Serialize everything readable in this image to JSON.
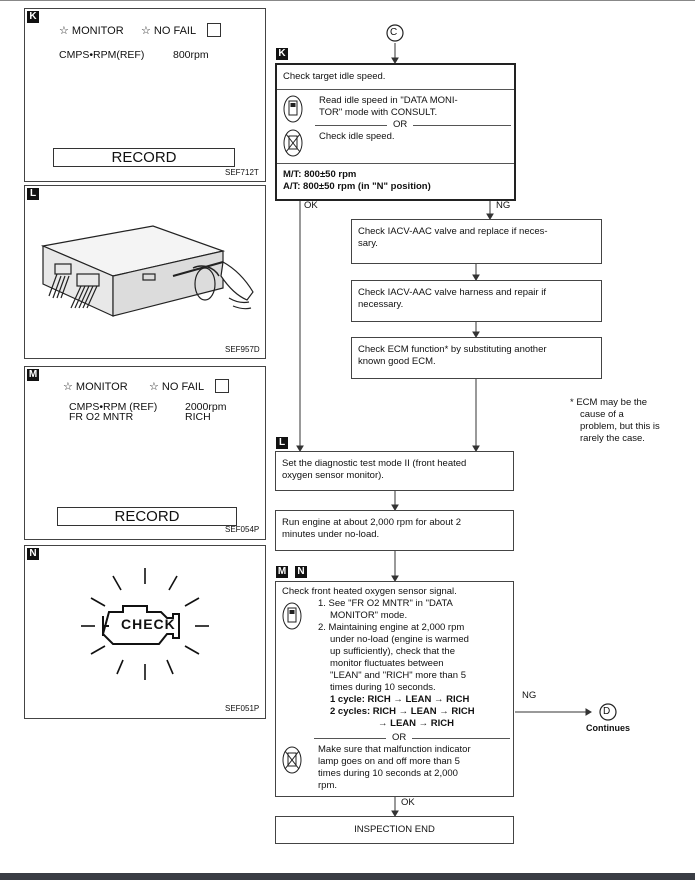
{
  "panels": {
    "k": {
      "badge": "K",
      "monitor": "☆ MONITOR",
      "nofail": "☆ NO FAIL",
      "param": "CMPS•RPM(REF)",
      "value": "800rpm",
      "record": "RECORD",
      "ref": "SEF712T"
    },
    "l": {
      "badge": "L",
      "ref": "SEF957D"
    },
    "m": {
      "badge": "M",
      "monitor": "☆ MONITOR",
      "nofail": "☆ NO FAIL",
      "param1": "CMPS•RPM (REF)",
      "param2": "FR O2 MNTR",
      "value1": "2000rpm",
      "value2": "RICH",
      "record": "RECORD",
      "ref": "SEF054P"
    },
    "n": {
      "badge": "N",
      "check": "CHECK",
      "ref": "SEF051P"
    }
  },
  "flow": {
    "connector_in": "C",
    "k_badge": "K",
    "check_target": "Check target idle speed.",
    "consult_text_1": "Read idle speed in \"DATA MONI-",
    "consult_text_2": "TOR\" mode with CONSULT.",
    "or1": "OR",
    "check_idle": "Check idle speed.",
    "mt": "M/T: 800±50 rpm",
    "at": "A/T: 800±50 rpm (in \"N\" position)",
    "ok1": "OK",
    "ng1": "NG",
    "iacv1_1": "Check IACV-AAC valve and replace if neces-",
    "iacv1_2": "sary.",
    "iacv2_1": "Check IACV-AAC valve harness and repair if",
    "iacv2_2": "necessary.",
    "ecm1": "Check ECM function* by substituting another",
    "ecm2": "known good ECM.",
    "note1": "* ECM may be the",
    "note2": "cause of a",
    "note3": "problem, but this is",
    "note4": "rarely the case.",
    "l_badge": "L",
    "diag1": "Set the diagnostic test mode II (front heated",
    "diag2": "oxygen sensor monitor).",
    "run1": "Run engine at about 2,000 rpm for about 2",
    "run2": "minutes under no-load.",
    "m_badge": "M",
    "n_badge": "N",
    "o2_title": "Check front heated oxygen sensor signal.",
    "s1a": "1. See \"FR O2 MNTR\" in \"DATA",
    "s1b": "MONITOR\" mode.",
    "s2a": "2. Maintaining engine at 2,000 rpm",
    "s2b": "under no-load (engine is warmed",
    "s2c": "up sufficiently), check that the",
    "s2d": "monitor fluctuates between",
    "s2e": "\"LEAN\" and \"RICH\" more than 5",
    "s2f": "times during 10 seconds.",
    "cy1": "1 cycle: RICH → LEAN → RICH",
    "cy2a": "2 cycles: RICH → LEAN → RICH",
    "cy2b": "→ LEAN → RICH",
    "or2": "OR",
    "mil1": "Make sure that malfunction indicator",
    "mil2": "lamp goes on and off more than 5",
    "mil3": "times during 10 seconds at 2,000",
    "mil4": "rpm.",
    "ng2": "NG",
    "connector_out": "D",
    "continues": "Continues",
    "ok2": "OK",
    "end": "INSPECTION END"
  }
}
